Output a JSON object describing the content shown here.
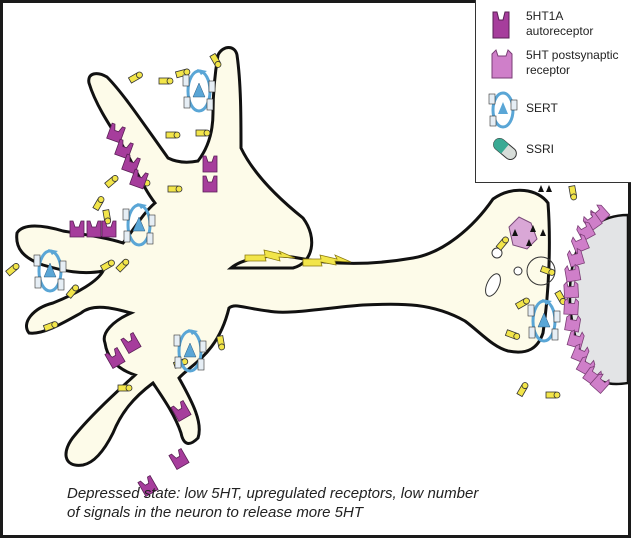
{
  "figure": {
    "caption_line1": "Depressed state: low 5HT, upregulated receptors, low number",
    "caption_line2": "of signals in the neuron to release more 5HT"
  },
  "legend": {
    "items": [
      {
        "icon": "autoreceptor-icon",
        "label_line1": "5HT1A",
        "label_line2": "autoreceptor",
        "color": "#a63d9c"
      },
      {
        "icon": "postsynaptic-receptor-icon",
        "label_line1": "5HT postsynaptic",
        "label_line2": "receptor",
        "color": "#cf7fc9"
      },
      {
        "icon": "sert-icon",
        "label_line1": "SERT",
        "label_line2": "",
        "color": "#5aa6d6"
      },
      {
        "icon": "ssri-pill-icon",
        "label_line1": "SSRI",
        "label_line2": "",
        "color": "#3aaa94"
      }
    ]
  },
  "colors": {
    "neuron_fill": "#fdfbe9",
    "outline": "#111111",
    "autoreceptor": "#a63d9c",
    "postsynaptic_receptor": "#cf7fc9",
    "serotonin": "#f2e54a",
    "sert": "#5aa6d6",
    "postsynaptic_cell": "#e3e4e6",
    "signal_bolt": "#f2e54a"
  },
  "diagram": {
    "state": "depressed",
    "serotonin_molecule_count": 27,
    "autoreceptor_count": 16,
    "postsynaptic_receptor_count": 14,
    "sert_count": 6,
    "signal_bolt_count": 2
  }
}
